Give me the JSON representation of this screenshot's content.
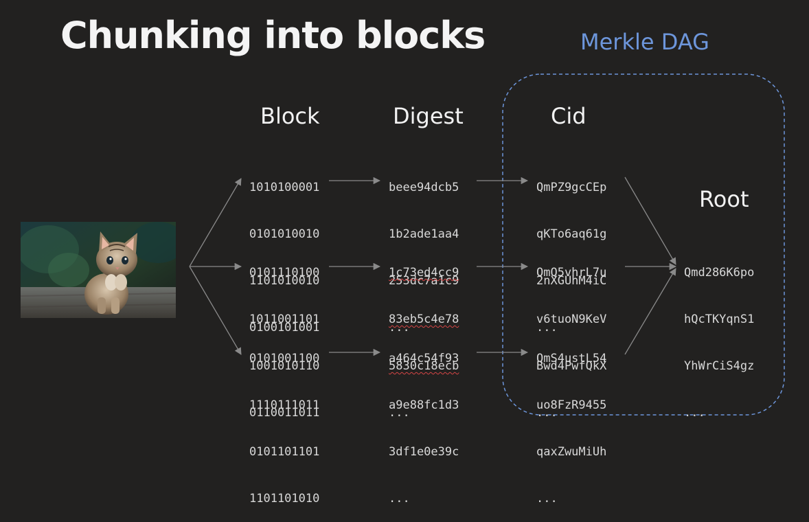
{
  "title": "Chunking into blocks",
  "subtitle": "Merkle DAG",
  "headers": {
    "block": "Block",
    "digest": "Digest",
    "cid": "Cid",
    "root": "Root"
  },
  "image": {
    "description_icon": "kitten-photo"
  },
  "rows": [
    {
      "block": [
        "1010100001",
        "0101010010",
        "1101010010",
        "0100101001"
      ],
      "digest": [
        "beee94dcb5",
        "1b2ade1aa4",
        "253dc7a1c9",
        "..."
      ],
      "cid": [
        "QmPZ9gcCEp",
        "qKTo6aq61g",
        "2nXGUhM4iC",
        "..."
      ]
    },
    {
      "block": [
        "0101110100",
        "1011001101",
        "1001010110",
        "0110011011"
      ],
      "digest": [
        "1c73ed4cc9",
        "83eb5c4e78",
        "5830c18ecb",
        "..."
      ],
      "cid": [
        "QmQ5vhrL7u",
        "v6tuoN9KeV",
        "Bwd4PwfQkX",
        "..."
      ]
    },
    {
      "block": [
        "0101001100",
        "1110111011",
        "0101101101",
        "1101101010"
      ],
      "digest": [
        "a464c54f93",
        "a9e88fc1d3",
        "3df1e0e39c",
        "..."
      ],
      "cid": [
        "QmS4ustL54",
        "uo8FzR9455",
        "qaxZwuMiUh",
        "..."
      ]
    }
  ],
  "root": [
    "Qmd286K6po",
    "hQcTKYqnS1",
    "YhWrCiS4gz",
    "..."
  ],
  "colors": {
    "background": "#222120",
    "accent": "#6d96db",
    "arrow": "#8a8a8a",
    "text": "#d9d9d9"
  }
}
